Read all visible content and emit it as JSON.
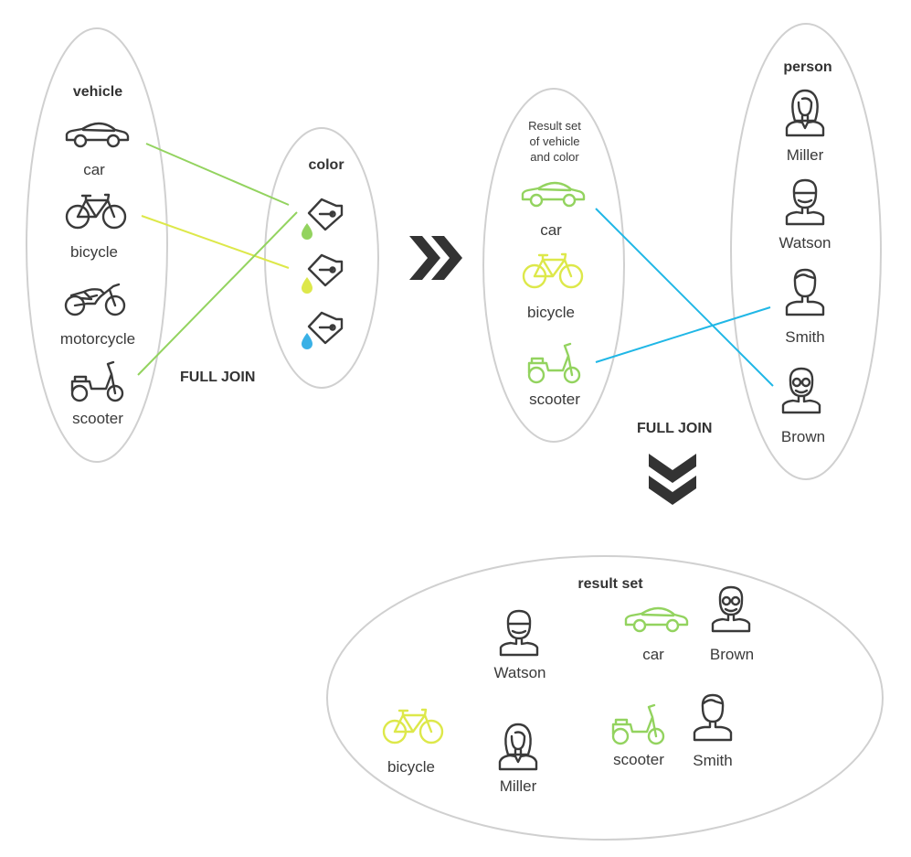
{
  "colors": {
    "dark": "#3a3a3a",
    "green": "#93d35f",
    "yellow": "#dde84a",
    "blue": "#3ab1e6",
    "cyan": "#20b7e6",
    "ellipse_stroke": "#d0d0d0"
  },
  "vehicle": {
    "title": "vehicle",
    "items": [
      {
        "label": "car",
        "icon": "car-icon"
      },
      {
        "label": "bicycle",
        "icon": "bicycle-icon"
      },
      {
        "label": "motorcycle",
        "icon": "motorcycle-icon"
      },
      {
        "label": "scooter",
        "icon": "scooter-icon"
      }
    ]
  },
  "color": {
    "title": "color",
    "items": [
      {
        "icon": "paint-bucket-icon",
        "drop": "green"
      },
      {
        "icon": "paint-bucket-icon",
        "drop": "yellow"
      },
      {
        "icon": "paint-bucket-icon",
        "drop": "blue"
      }
    ]
  },
  "join_label_1": "FULL JOIN",
  "join_label_2": "FULL JOIN",
  "result_vc": {
    "title_lines": [
      "Result set",
      "of vehicle",
      "and color"
    ],
    "items": [
      {
        "label": "car",
        "icon": "car-icon",
        "color": "green"
      },
      {
        "label": "bicycle",
        "icon": "bicycle-icon",
        "color": "yellow"
      },
      {
        "label": "scooter",
        "icon": "scooter-icon",
        "color": "green"
      }
    ]
  },
  "person": {
    "title": "person",
    "items": [
      {
        "label": "Miller",
        "icon": "woman-icon"
      },
      {
        "label": "Watson",
        "icon": "bearded-man-icon"
      },
      {
        "label": "Smith",
        "icon": "man-icon"
      },
      {
        "label": "Brown",
        "icon": "glasses-man-icon"
      }
    ]
  },
  "final": {
    "title": "result set",
    "items": [
      {
        "label": "Watson",
        "icon": "bearded-man-icon"
      },
      {
        "label": "car",
        "icon": "car-icon",
        "color": "green"
      },
      {
        "label": "Brown",
        "icon": "glasses-man-icon"
      },
      {
        "label": "bicycle",
        "icon": "bicycle-icon",
        "color": "yellow"
      },
      {
        "label": "Miller",
        "icon": "woman-icon"
      },
      {
        "label": "scooter",
        "icon": "scooter-icon",
        "color": "green"
      },
      {
        "label": "Smith",
        "icon": "man-icon"
      }
    ]
  }
}
